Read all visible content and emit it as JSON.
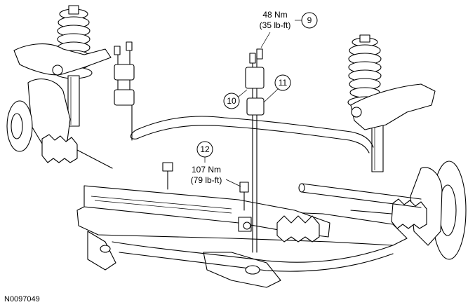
{
  "figure_id": "N0097049",
  "callouts": [
    {
      "number": "9",
      "torque_nm": "48 Nm",
      "torque_lbft": "(35 lb-ft)"
    },
    {
      "number": "10"
    },
    {
      "number": "11"
    },
    {
      "number": "12",
      "torque_nm": "107 Nm",
      "torque_lbft": "(79 lb-ft)"
    }
  ]
}
